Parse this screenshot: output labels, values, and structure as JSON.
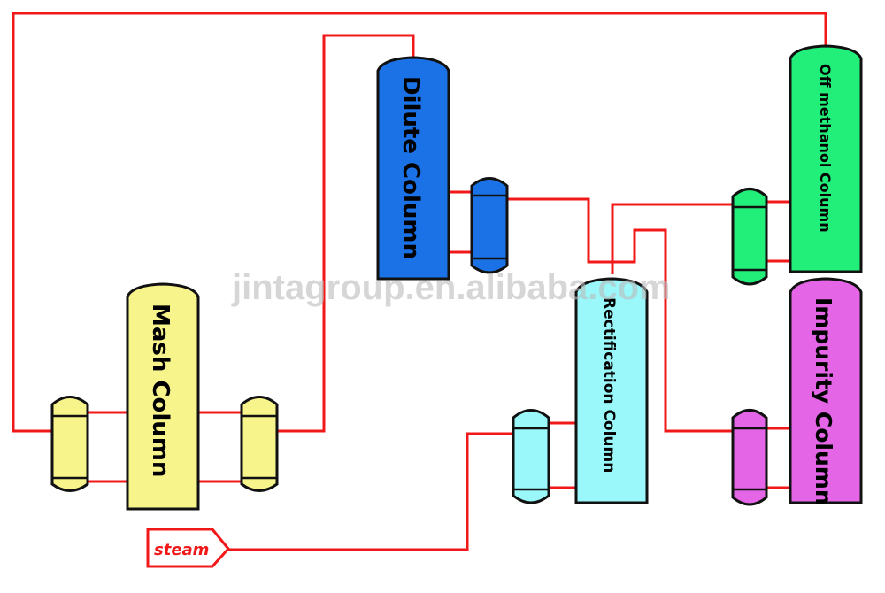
{
  "columns": {
    "mash": {
      "label": "Mash Column",
      "color": "#f8f48c"
    },
    "dilute": {
      "label": "Dilute Column",
      "color": "#1a72e6"
    },
    "rectification": {
      "label": "Rectification Column",
      "color": "#9af8fa"
    },
    "off_methanol": {
      "label": "Off methanol Column",
      "color": "#22ee7a"
    },
    "impurity": {
      "label": "Impurity Column",
      "color": "#e466e6"
    }
  },
  "steam": {
    "label": "steam"
  },
  "watermark": "jintagroup.en.alibaba.com",
  "pipe_color": "#f01818"
}
